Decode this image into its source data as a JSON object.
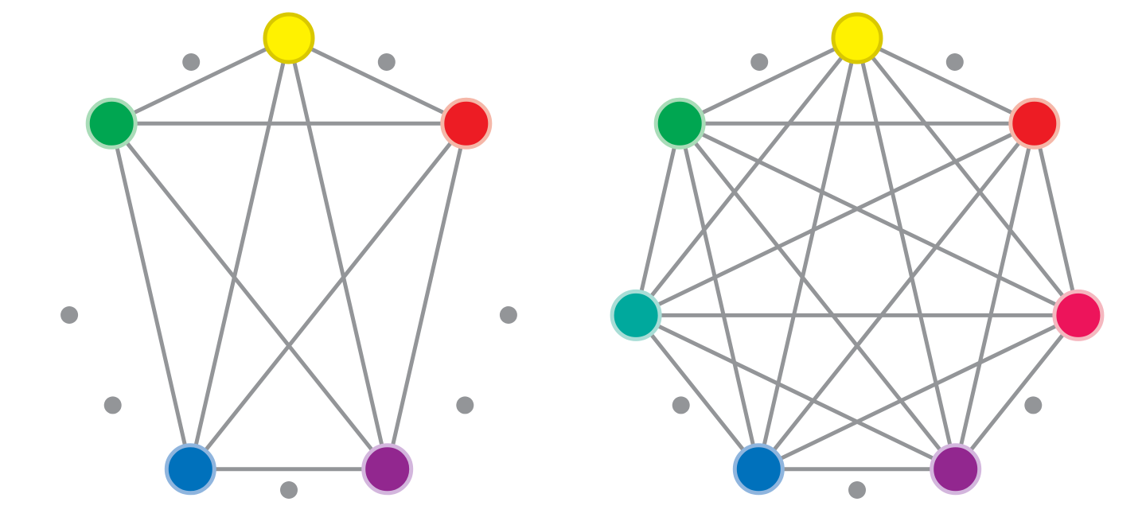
{
  "edge_color": "#939598",
  "dot_color": "#939598",
  "background": "#ffffff",
  "diagrams": [
    {
      "name": "complete-graph-k5",
      "node_count": 5,
      "nodes": [
        {
          "id": "yellow",
          "fill": "#FFF200",
          "ring": "#D9C800"
        },
        {
          "id": "red",
          "fill": "#ED1C24",
          "ring": "#F5B7A8"
        },
        {
          "id": "purple",
          "fill": "#92278F",
          "ring": "#D3B6DD"
        },
        {
          "id": "blue",
          "fill": "#0071BC",
          "ring": "#8FB5DE"
        },
        {
          "id": "green",
          "fill": "#00A651",
          "ring": "#A9DCB8"
        }
      ],
      "edge_count": 10
    },
    {
      "name": "complete-graph-k7",
      "node_count": 7,
      "nodes": [
        {
          "id": "yellow",
          "fill": "#FFF200",
          "ring": "#D9C800"
        },
        {
          "id": "red",
          "fill": "#ED1C24",
          "ring": "#F5B7A8"
        },
        {
          "id": "crimson",
          "fill": "#ED145B",
          "ring": "#F5B7BF"
        },
        {
          "id": "purple",
          "fill": "#92278F",
          "ring": "#D3B6DD"
        },
        {
          "id": "blue",
          "fill": "#0071BC",
          "ring": "#8FB5DE"
        },
        {
          "id": "teal",
          "fill": "#00A99D",
          "ring": "#A8DDD6"
        },
        {
          "id": "green",
          "fill": "#00A651",
          "ring": "#A9DCB8"
        }
      ],
      "edge_count": 21
    }
  ]
}
